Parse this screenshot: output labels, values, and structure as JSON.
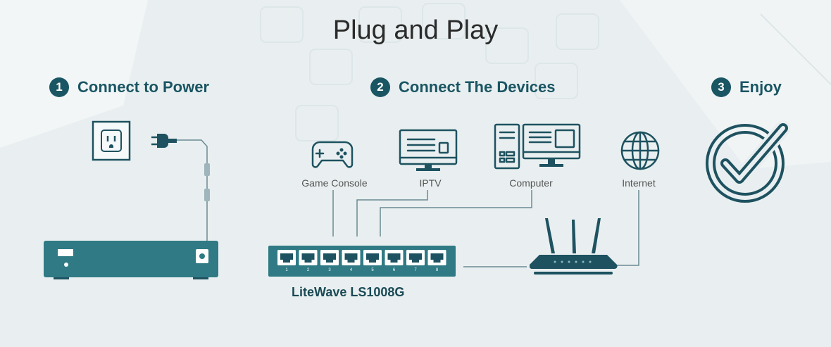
{
  "title": "Plug and Play",
  "steps": [
    {
      "number": "1",
      "label": "Connect to Power"
    },
    {
      "number": "2",
      "label": "Connect The Devices"
    },
    {
      "number": "3",
      "label": "Enjoy"
    }
  ],
  "devices": {
    "game_console": "Game Console",
    "iptv": "IPTV",
    "computer": "Computer",
    "internet": "Internet"
  },
  "switch_model": "LiteWave LS1008G",
  "port_numbers": [
    "1",
    "2",
    "3",
    "4",
    "5",
    "6",
    "7",
    "8"
  ],
  "colors": {
    "accent": "#1a5563",
    "device": "#2f7a84",
    "background": "#e9eff0"
  }
}
